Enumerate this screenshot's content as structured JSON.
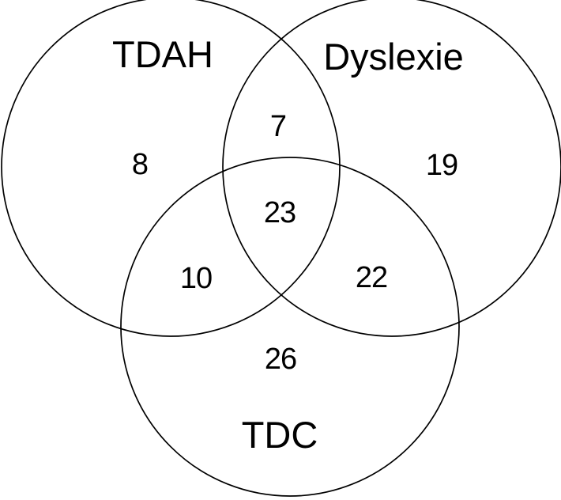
{
  "page": {
    "background_color": "#ffffff"
  },
  "venn": {
    "stroke_color": "#000000",
    "text_color": "#000000",
    "sets": [
      {
        "id": "tdah",
        "label": "TDAH"
      },
      {
        "id": "dyslexie",
        "label": "Dyslexie"
      },
      {
        "id": "tdc",
        "label": "TDC"
      }
    ],
    "regions": {
      "tdah_only": "8",
      "dyslexie_only": "19",
      "tdc_only": "26",
      "tdah_dyslexie": "7",
      "tdah_tdc": "10",
      "dyslexie_tdc": "22",
      "tdah_dyslexie_tdc": "23"
    }
  },
  "chart_data": {
    "type": "venn",
    "sets": [
      "TDAH",
      "Dyslexie",
      "TDC"
    ],
    "regions": [
      {
        "sets": [
          "TDAH"
        ],
        "value": 8
      },
      {
        "sets": [
          "Dyslexie"
        ],
        "value": 19
      },
      {
        "sets": [
          "TDC"
        ],
        "value": 26
      },
      {
        "sets": [
          "TDAH",
          "Dyslexie"
        ],
        "value": 7
      },
      {
        "sets": [
          "TDAH",
          "TDC"
        ],
        "value": 10
      },
      {
        "sets": [
          "Dyslexie",
          "TDC"
        ],
        "value": 22
      },
      {
        "sets": [
          "TDAH",
          "Dyslexie",
          "TDC"
        ],
        "value": 23
      }
    ],
    "legend_position": "none",
    "grid": false
  }
}
